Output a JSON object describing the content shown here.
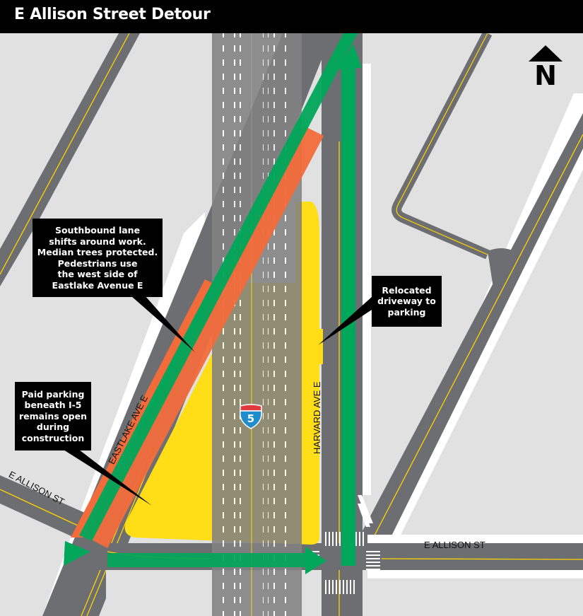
{
  "header": {
    "title": "E Allison Street Detour"
  },
  "north_arrow": {
    "label": "N"
  },
  "callouts": [
    {
      "id": "southbound",
      "text": "Southbound lane\nshifts around work.\nMedian trees protected.\nPedestrians use\nthe west side of\nEastlake Avenue E"
    },
    {
      "id": "parking",
      "text": "Paid parking\nbeneath I-5\nremains open\nduring\nconstruction"
    },
    {
      "id": "driveway",
      "text": "Relocated\ndriveway to\nparking"
    }
  ],
  "street_labels": {
    "eastlake": "EASTLAKE AVE E",
    "harvard": "HARVARD AVE E",
    "allison_west": "E ALLISON ST",
    "allison_east": "E ALLISON ST"
  },
  "highway_shield": {
    "route": "5",
    "type": "Interstate"
  },
  "colors": {
    "background": "#e1e1e1",
    "road": "#6d6e71",
    "freeway": "#828282",
    "centerline": "#ffd400",
    "detour_arrow": "#00a65a",
    "work_zone": "#f26c3b",
    "parking_area": "#ffdd17",
    "callout_bg": "#000000",
    "shield_red": "#e03a3e",
    "shield_blue": "#1f8ccc"
  },
  "legend_features": [
    {
      "name": "detour-route",
      "color": "#00a65a"
    },
    {
      "name": "construction-zone",
      "color": "#f26c3b"
    },
    {
      "name": "parking-area",
      "color": "#ffdd17"
    }
  ]
}
